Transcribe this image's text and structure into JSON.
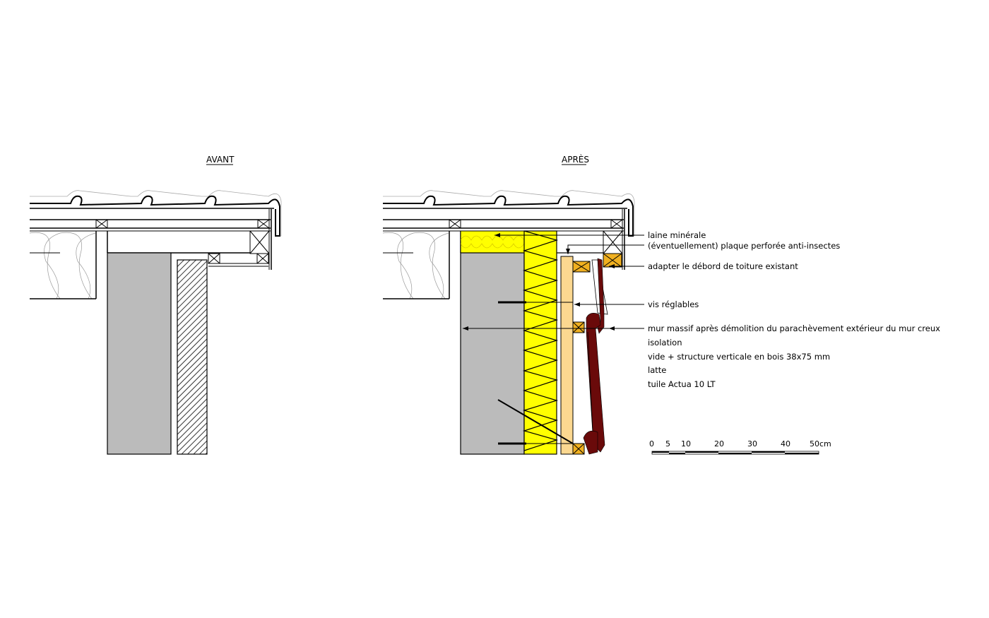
{
  "diagram": {
    "titles": {
      "before": "AVANT",
      "after": "APRÈS"
    },
    "colors": {
      "concrete": "#bbbbbb",
      "insulation": "#ffff00",
      "wood_board": "#fcd890",
      "battens": "#f0b020",
      "tile": "#6a0a0a",
      "line": "#000000",
      "thin_line": "#999999"
    },
    "labels": [
      {
        "id": "laine",
        "text": "laine minérale"
      },
      {
        "id": "plaque",
        "text": "(éventuellement) plaque perforée anti-insectes"
      },
      {
        "id": "debord",
        "text": "adapter le débord de toiture existant"
      },
      {
        "id": "vis",
        "text": "vis réglables"
      },
      {
        "id": "mur",
        "text": "mur massif après démolition du parachèvement extérieur du mur creux"
      },
      {
        "id": "isolation",
        "text": "isolation"
      },
      {
        "id": "vide",
        "text": "vide + structure verticale en bois 38x75 mm"
      },
      {
        "id": "latte",
        "text": "latte"
      },
      {
        "id": "tuile",
        "text": "tuile Actua 10 LT"
      }
    ],
    "scale_bar": {
      "ticks": [
        "0",
        "5",
        "10",
        "20",
        "30",
        "40",
        "50cm"
      ]
    }
  }
}
